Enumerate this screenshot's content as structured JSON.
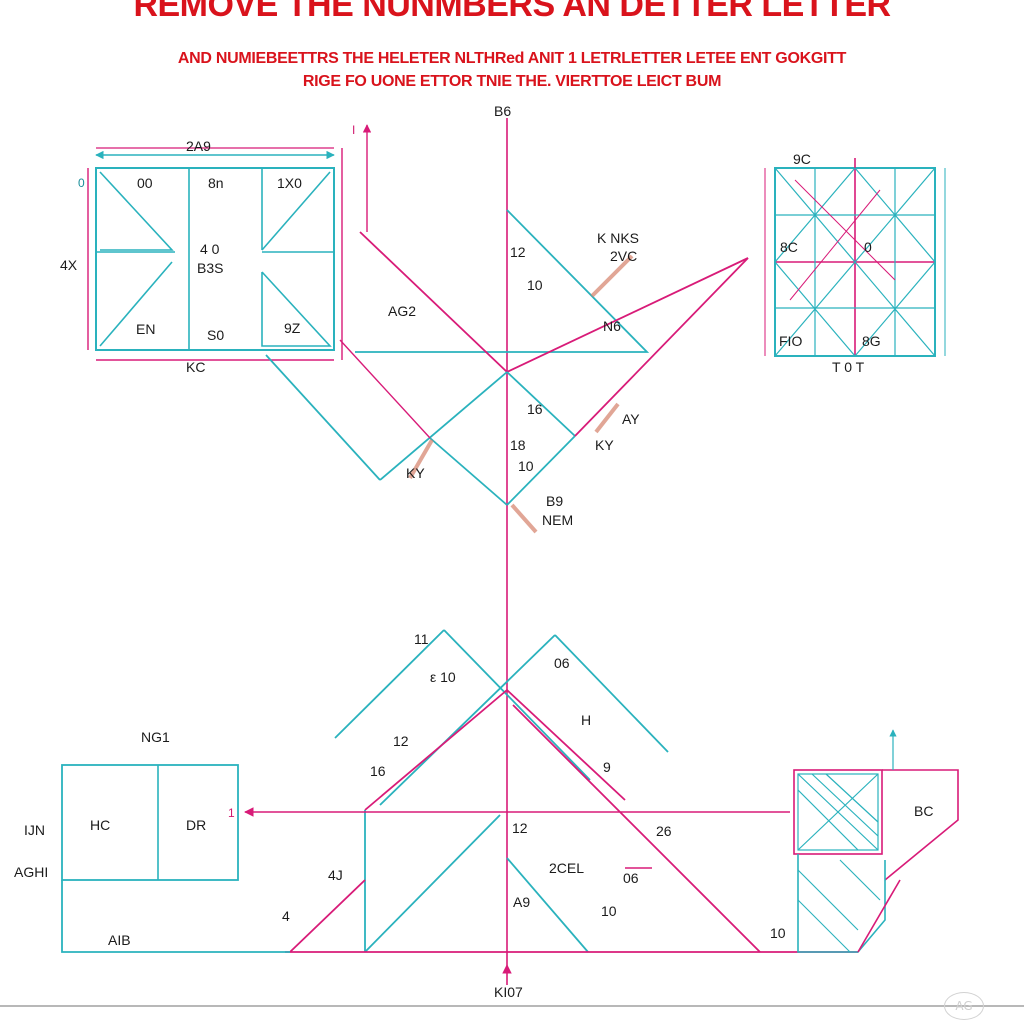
{
  "header": {
    "title": "REMOVE THE NUNMBERS  AN DETTER LETTER",
    "subtitle_line1": "AND NUMIEBEETTRS THE HELETER NLTHRed ANIT 1 LETRLETTER LETEE ENT GOKGITT",
    "subtitle_line2": "RIGE FO UONE ETTOR  TNIE THE. VIERTTOE LEICT BUM"
  },
  "colors": {
    "teal": "#2ab2bd",
    "magenta": "#d81b78",
    "red": "#d9131c"
  },
  "labels": [
    {
      "text": "B6"
    },
    {
      "text": "2A9"
    },
    {
      "text": "00"
    },
    {
      "text": "8n"
    },
    {
      "text": "1X0"
    },
    {
      "text": "4X"
    },
    {
      "text": "4 0"
    },
    {
      "text": "B3S"
    },
    {
      "text": "EN"
    },
    {
      "text": "S0"
    },
    {
      "text": "9Z"
    },
    {
      "text": "KC"
    },
    {
      "text": "0"
    },
    {
      "text": "AG2"
    },
    {
      "text": "12"
    },
    {
      "text": "10"
    },
    {
      "text": "N6"
    },
    {
      "text": "K NKS"
    },
    {
      "text": "2VC"
    },
    {
      "text": "16"
    },
    {
      "text": "18"
    },
    {
      "text": "10"
    },
    {
      "text": "AY"
    },
    {
      "text": "KY"
    },
    {
      "text": "KY"
    },
    {
      "text": "NEM"
    },
    {
      "text": "B9"
    },
    {
      "text": "9C"
    },
    {
      "text": "8C"
    },
    {
      "text": "0"
    },
    {
      "text": "FIO"
    },
    {
      "text": "8G"
    },
    {
      "text": "T 0 T"
    },
    {
      "text": "11"
    },
    {
      "text": "ε 10"
    },
    {
      "text": "06"
    },
    {
      "text": "H"
    },
    {
      "text": "12"
    },
    {
      "text": "16"
    },
    {
      "text": "9"
    },
    {
      "text": "NG1"
    },
    {
      "text": "HC"
    },
    {
      "text": "DR"
    },
    {
      "text": "IJN"
    },
    {
      "text": "AGHI"
    },
    {
      "text": "AIB"
    },
    {
      "text": "4J"
    },
    {
      "text": "4"
    },
    {
      "text": "12"
    },
    {
      "text": "2CEL"
    },
    {
      "text": "06"
    },
    {
      "text": "26"
    },
    {
      "text": "A9"
    },
    {
      "text": "10"
    },
    {
      "text": "BC"
    },
    {
      "text": "10"
    },
    {
      "text": "KI07"
    },
    {
      "text": "1"
    },
    {
      "text": "I"
    }
  ]
}
